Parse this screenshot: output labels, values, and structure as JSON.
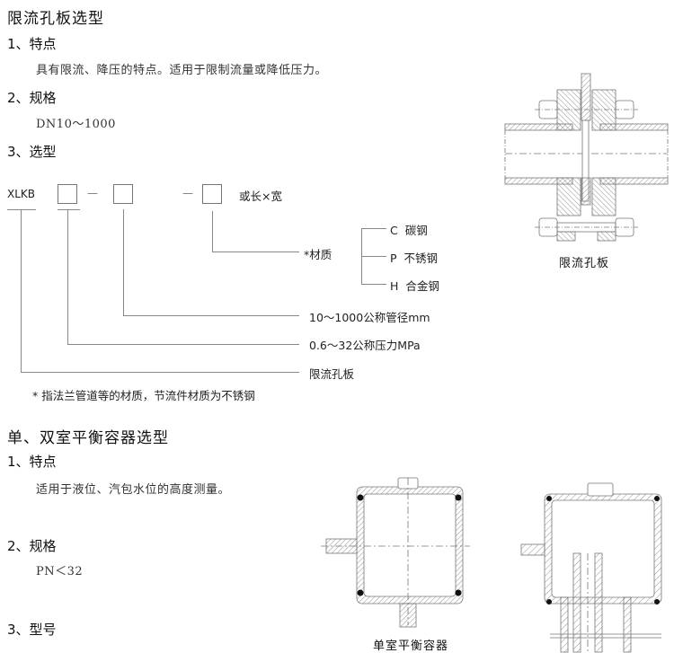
{
  "section1": {
    "title": "限流孔板选型",
    "feature_heading": "1、特点",
    "feature_text": "具有限流、降压的特点。适用于限制流量或降低压力。",
    "spec_heading": "2、规格",
    "spec_text": "DN10～1000",
    "select_heading": "3、选型",
    "model_code": {
      "prefix": "XLKB",
      "dash": "—",
      "suffix_note": "或长×宽",
      "material_label": "*材质",
      "materials": [
        {
          "code": "C",
          "name": "碳钢"
        },
        {
          "code": "P",
          "name": "不锈钢"
        },
        {
          "code": "H",
          "name": "合金钢"
        }
      ],
      "diameter_label": "10～1000公称管径mm",
      "pressure_label": "0.6～32公称压力MPa",
      "product_label": "限流孔板"
    },
    "footnote": "* 指法兰管道等的材质，节流件材质为不锈钢",
    "figure_caption": "限流孔板"
  },
  "section2": {
    "title": "单、双室平衡容器选型",
    "feature_heading": "1、特点",
    "feature_text": "适用于液位、汽包水位的高度测量。",
    "spec_heading": "2、规格",
    "spec_text": "PN＜32",
    "model_heading": "3、型号",
    "single_caption": "单室平衡容器"
  }
}
